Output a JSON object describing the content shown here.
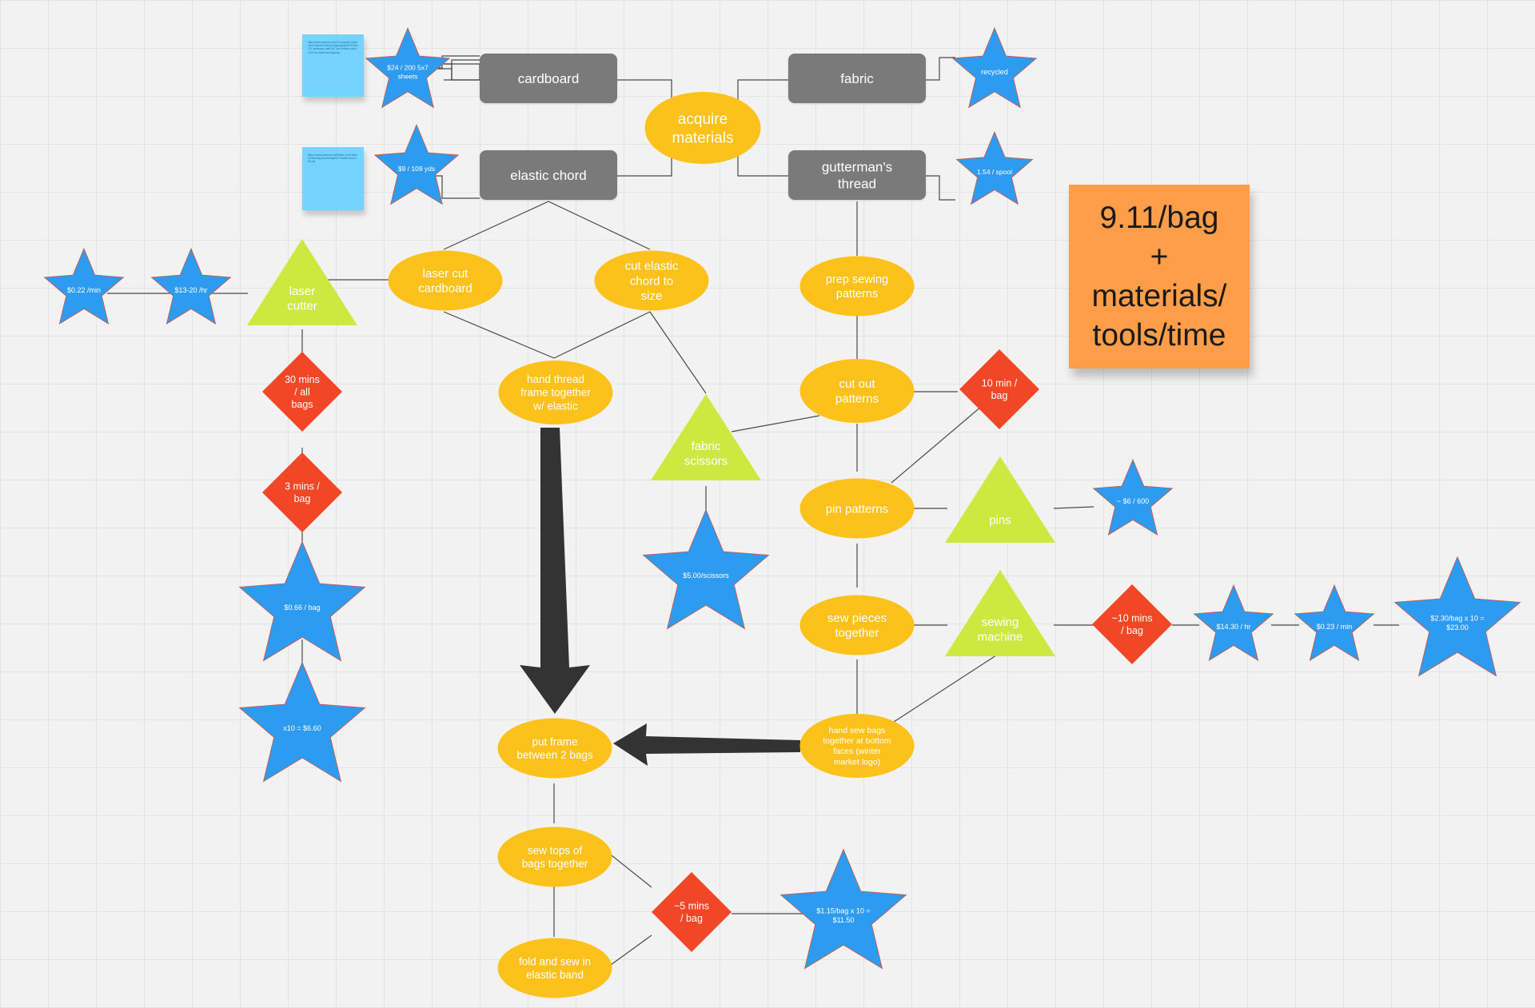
{
  "colors": {
    "gray_box": "#7a7a7a",
    "yellow_ellipse": "#fcc21b",
    "green_triangle": "#cde841",
    "red_diamond": "#f24726",
    "blue_star": "#2d9bf0",
    "connector": "#4a4a4a",
    "big_arrow": "#333333",
    "sticky_blue": "#74d3ff",
    "sticky_orange": "#ff9d48"
  },
  "sticky_notes": {
    "summary": "9.11/bag + materials/ tools/time",
    "link_note_1": "https://www.amazon.com/Corrugated-Cardboard-Sheets-Packing-Shipping/dp/B07D9QX1YZ cardboard pads 5x7 inch sheets pack of 200 for crafts and shipping",
    "link_note_2": "https://www.amazon.com/Elastic-Cord-Stretch-Beading-Bracelet/dp/B07 elastic chord 109 yds"
  },
  "materials": {
    "cardboard": "cardboard",
    "fabric": "fabric",
    "elastic_chord": "elastic chord",
    "thread": "gutterman's thread"
  },
  "steps": {
    "acquire": "acquire materials",
    "laser_cut": "laser cut cardboard",
    "cut_elastic": "cut elastic chord to size",
    "prep_patterns": "prep sewing patterns",
    "hand_thread": "hand thread frame together w/ elastic",
    "cut_patterns": "cut out patterns",
    "pin_patterns": "pin patterns",
    "sew_pieces": "sew pieces together",
    "hand_sew": "hand sew bags together at bottom faces (winter market logo)",
    "put_frame": "put frame between 2 bags",
    "sew_tops": "sew tops of bags together",
    "fold_sew": "fold and sew in elastic band"
  },
  "tools": {
    "laser_cutter": "laser cutter",
    "fabric_scissors": "fabric scissors",
    "pins": "pins",
    "sewing_machine": "sewing machine"
  },
  "times": {
    "laser_all": "30 mins / all bags",
    "laser_bag": "3 mins / bag",
    "cut_patterns": "10 min / bag",
    "sewing": "~10 mins / bag",
    "sew_tops": "~5 mins / bag"
  },
  "costs": {
    "cardboard": "$24 / 200 5x7 sheets",
    "fabric": "recycled",
    "elastic": "$9 / 109 yds",
    "thread": "1.54 / spool",
    "laser_min": "$0.22 /min",
    "laser_hr": "$13-20 /hr",
    "laser_bag": "$0.66 / bag",
    "laser_total": "x10 = $6.60",
    "scissors": "$5.00/scissors",
    "pins": "~ $6 / 600",
    "sewing_hr": "$14.30 / hr",
    "sewing_min": "$0.23 / min",
    "sewing_total": "$2.30/bag x 10 = $23.00",
    "sew_tops_total": "$1.15/bag x 10 = $11.50"
  }
}
